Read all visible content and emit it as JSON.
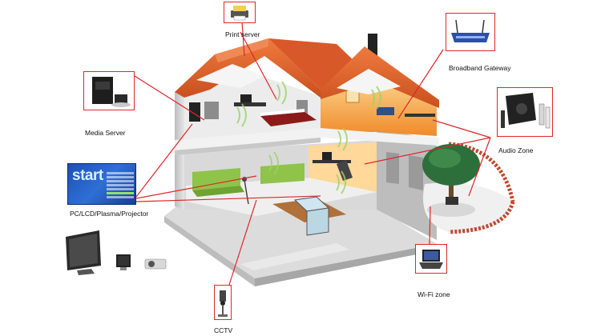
{
  "labels": {
    "print_server": "Print server",
    "broadband_gateway": "Broadband Gateway",
    "media_server": "Media Server",
    "audio_zone": "Audio Zone",
    "pc_lcd": "PC/LCD/Plasma/Projector",
    "wifi_zone": "Wi-Fi zone",
    "cctv": "CCTV"
  },
  "start_screen": {
    "word": "start"
  },
  "colors": {
    "callout": "#e0262a",
    "roof": "#e2632f",
    "roof_dark": "#b9461c",
    "wall": "#d8d8d8",
    "wall_dark": "#a9a9a9",
    "floor": "#efefef",
    "glow": "#f4a640",
    "sofa": "#8fc34a",
    "tree": "#2d6f3a",
    "brick": "#c2492e"
  },
  "icons": [
    "printer-icon",
    "router-icon",
    "media-server-icon",
    "speaker-icon",
    "start-screen-icon",
    "tv-icon",
    "monitor-icon",
    "projector-icon",
    "laptop-icon",
    "camera-icon"
  ]
}
